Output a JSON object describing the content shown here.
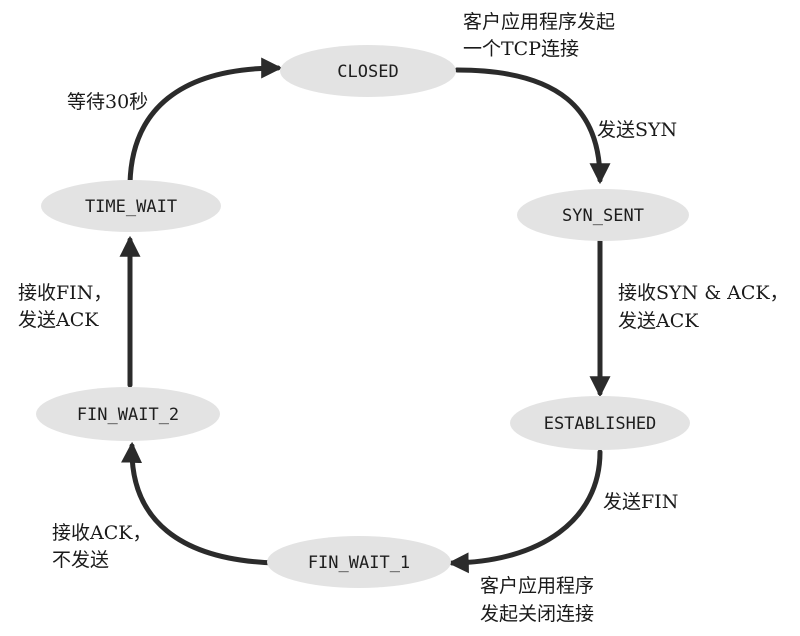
{
  "diagram": {
    "states": {
      "closed": "CLOSED",
      "syn_sent": "SYN_SENT",
      "established": "ESTABLISHED",
      "fin_wait_1": "FIN_WAIT_1",
      "fin_wait_2": "FIN_WAIT_2",
      "time_wait": "TIME_WAIT"
    },
    "transitions": {
      "client_connect": [
        "客户应用程序发起",
        "一个TCP连接"
      ],
      "send_syn": [
        "发送SYN"
      ],
      "recv_synack": [
        "接收SYN & ACK，",
        "发送ACK"
      ],
      "send_fin": [
        "发送FIN"
      ],
      "client_close": [
        "客户应用程序",
        "发起关闭连接"
      ],
      "recv_ack": [
        "接收ACK，",
        "不发送"
      ],
      "recv_fin": [
        "接收FIN，",
        "发送ACK"
      ],
      "wait_30s": [
        "等待30秒"
      ]
    },
    "colors": {
      "state_fill": "#e3e3e3",
      "arrow": "#2b2b2b",
      "text": "#1a1a1a"
    }
  }
}
